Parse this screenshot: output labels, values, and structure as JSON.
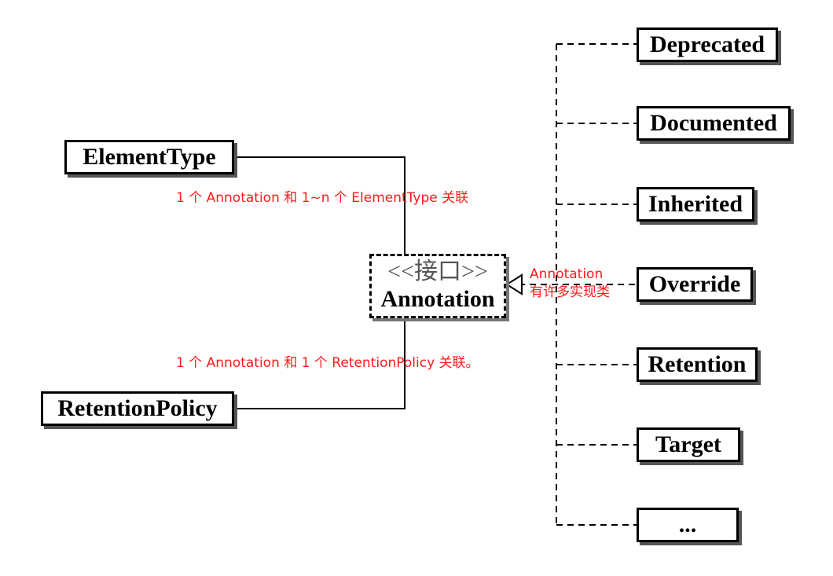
{
  "interface": {
    "stereotype": "<<接口>>",
    "name": "Annotation"
  },
  "left_nodes": {
    "element_type": "ElementType",
    "retention_policy": "RetentionPolicy"
  },
  "right_nodes": [
    "Deprecated",
    "Documented",
    "Inherited",
    "Override",
    "Retention",
    "Target",
    "..."
  ],
  "notes": {
    "element_type": "1 个 Annotation 和 1~n 个 ElementType 关联",
    "retention_policy": "1 个 Annotation 和 1 个 RetentionPolicy 关联。",
    "implementations": [
      "Annotation",
      "有许多实现类"
    ]
  },
  "colors": {
    "note": "#ff1a1a",
    "line": "#000000"
  }
}
